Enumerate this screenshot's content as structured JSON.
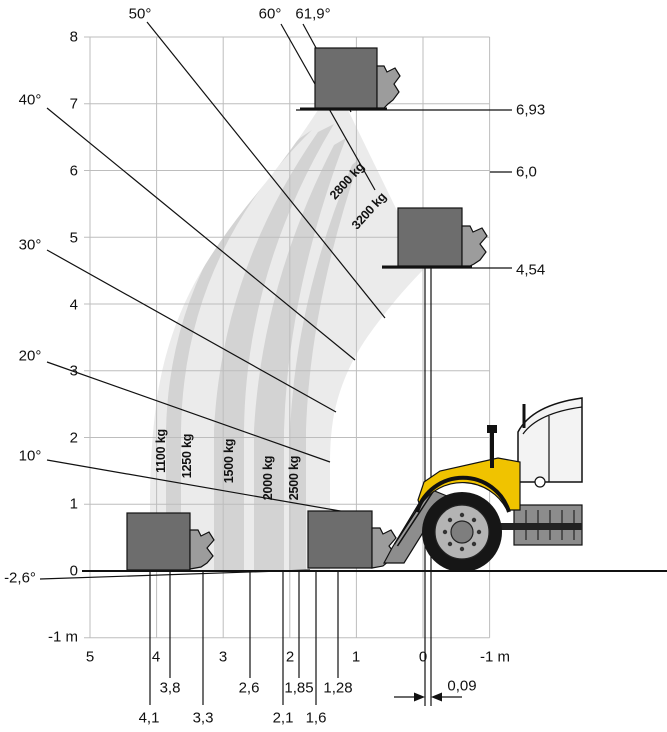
{
  "y_axis": {
    "t8": "8",
    "t7": "7",
    "t6": "6",
    "t5": "5",
    "t4": "4",
    "t3": "3",
    "t2": "2",
    "t1": "1",
    "t0": "0",
    "tm1": "-1 m"
  },
  "x_axis": {
    "t5": "5",
    "t4": "4",
    "t3": "3",
    "t2": "2",
    "t1": "1",
    "t0": "0",
    "tm1": "-1 m"
  },
  "angles": {
    "a50": "50°",
    "a60": "60°",
    "a61_9": "61,9°",
    "a40": "40°",
    "a30": "30°",
    "a20": "20°",
    "a10": "10°",
    "am2_6": "-2,6°"
  },
  "lift_heights": {
    "h6_93": "6,93",
    "h6_0": "6,0",
    "h4_54": "4,54"
  },
  "reach_dimensions": {
    "r3_8": "3,8",
    "r2_6": "2,6",
    "r1_85": "1,85",
    "r1_28": "1,28",
    "r0_09": "0,09",
    "r4_1": "4,1",
    "r3_3": "3,3",
    "r2_1": "2,1",
    "r1_6": "1,6"
  },
  "load_zones": {
    "l1100": "1100 kg",
    "l1250": "1250 kg",
    "l1500": "1500 kg",
    "l2000": "2000 kg",
    "l2500": "2500 kg",
    "l2800": "2800 kg",
    "l3200": "3200 kg"
  },
  "colors": {
    "load_zone": "#ebebeb",
    "load_band": "#d3d3d3",
    "load_box": "#6d6d6d",
    "machine_body": "#f0c300",
    "grid": "#bdbdbd"
  }
}
